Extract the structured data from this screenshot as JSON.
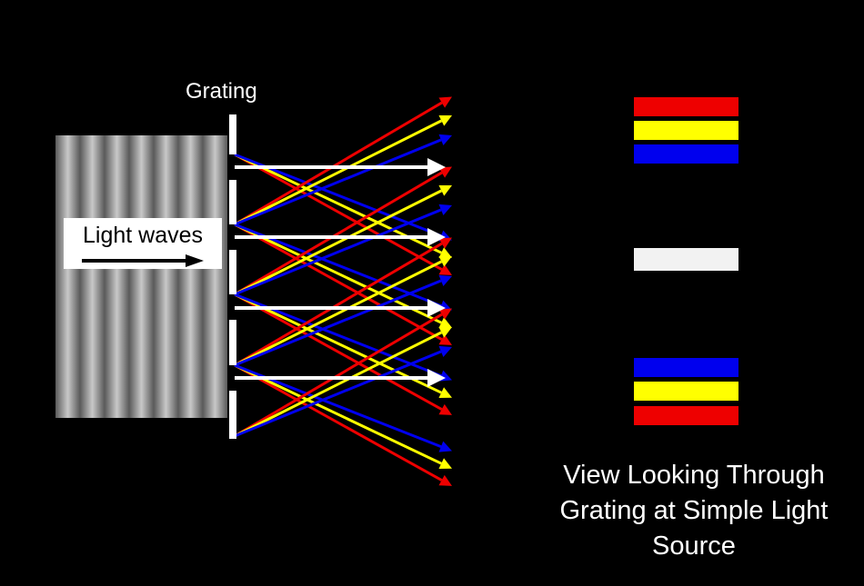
{
  "labels": {
    "grating": "Grating",
    "light_waves": "Light waves"
  },
  "caption": {
    "lines": [
      "View Looking Through",
      "Grating at Simple Light",
      "Source"
    ]
  },
  "colors": {
    "background": "#000000",
    "red": "#ee0000",
    "yellow": "#ffff00",
    "blue": "#0000ee",
    "white": "#ffffff",
    "band_white": "#f2f2f2"
  },
  "wave_stripes": 7,
  "spectrum_bands": [
    {
      "name": "top-red",
      "color": "red"
    },
    {
      "name": "top-yellow",
      "color": "yellow"
    },
    {
      "name": "top-blue",
      "color": "blue"
    },
    {
      "name": "center-white",
      "color": "band_white"
    },
    {
      "name": "bottom-blue",
      "color": "blue"
    },
    {
      "name": "bottom-yellow",
      "color": "yellow"
    },
    {
      "name": "bottom-red",
      "color": "red"
    }
  ]
}
